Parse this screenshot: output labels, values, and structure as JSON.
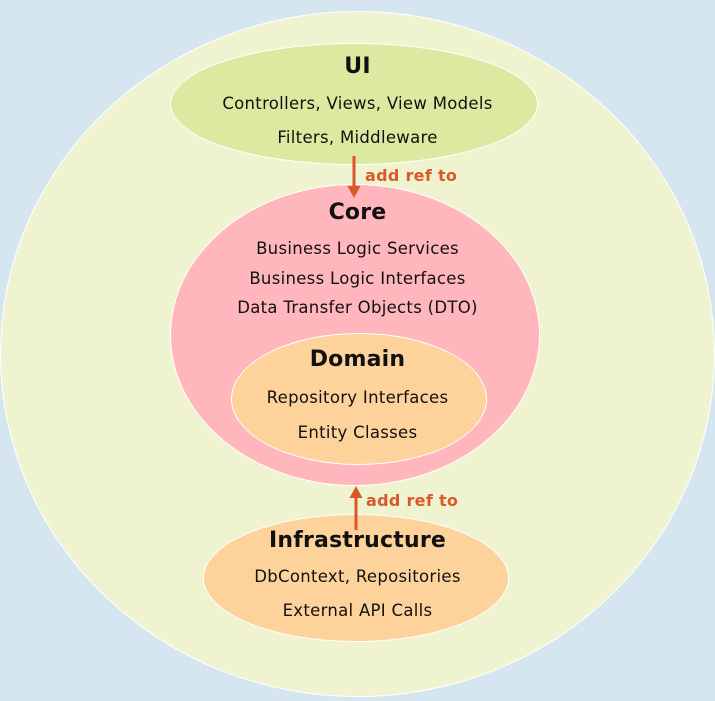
{
  "layers": {
    "ui": {
      "title": "UI",
      "items": [
        "Controllers, Views, View Models",
        "Filters, Middleware"
      ]
    },
    "core": {
      "title": "Core",
      "items": [
        "Business Logic Services",
        "Business Logic Interfaces",
        "Data Transfer Objects (DTO)"
      ]
    },
    "domain": {
      "title": "Domain",
      "items": [
        "Repository Interfaces",
        "Entity Classes"
      ]
    },
    "infrastructure": {
      "title": "Infrastructure",
      "items": [
        "DbContext,  Repositories",
        "External API Calls"
      ]
    }
  },
  "arrows": {
    "ui_to_core": "add ref to",
    "infra_to_core": "add ref to"
  },
  "colors": {
    "background": "#d6e6f1",
    "outer_ring": "#f0f3d0",
    "ui_fill": "#dde8a0",
    "core_fill": "#ffb6bc",
    "domain_fill": "#fdd29b",
    "infrastructure_fill": "#fdd29b",
    "arrow": "#d9592a"
  }
}
